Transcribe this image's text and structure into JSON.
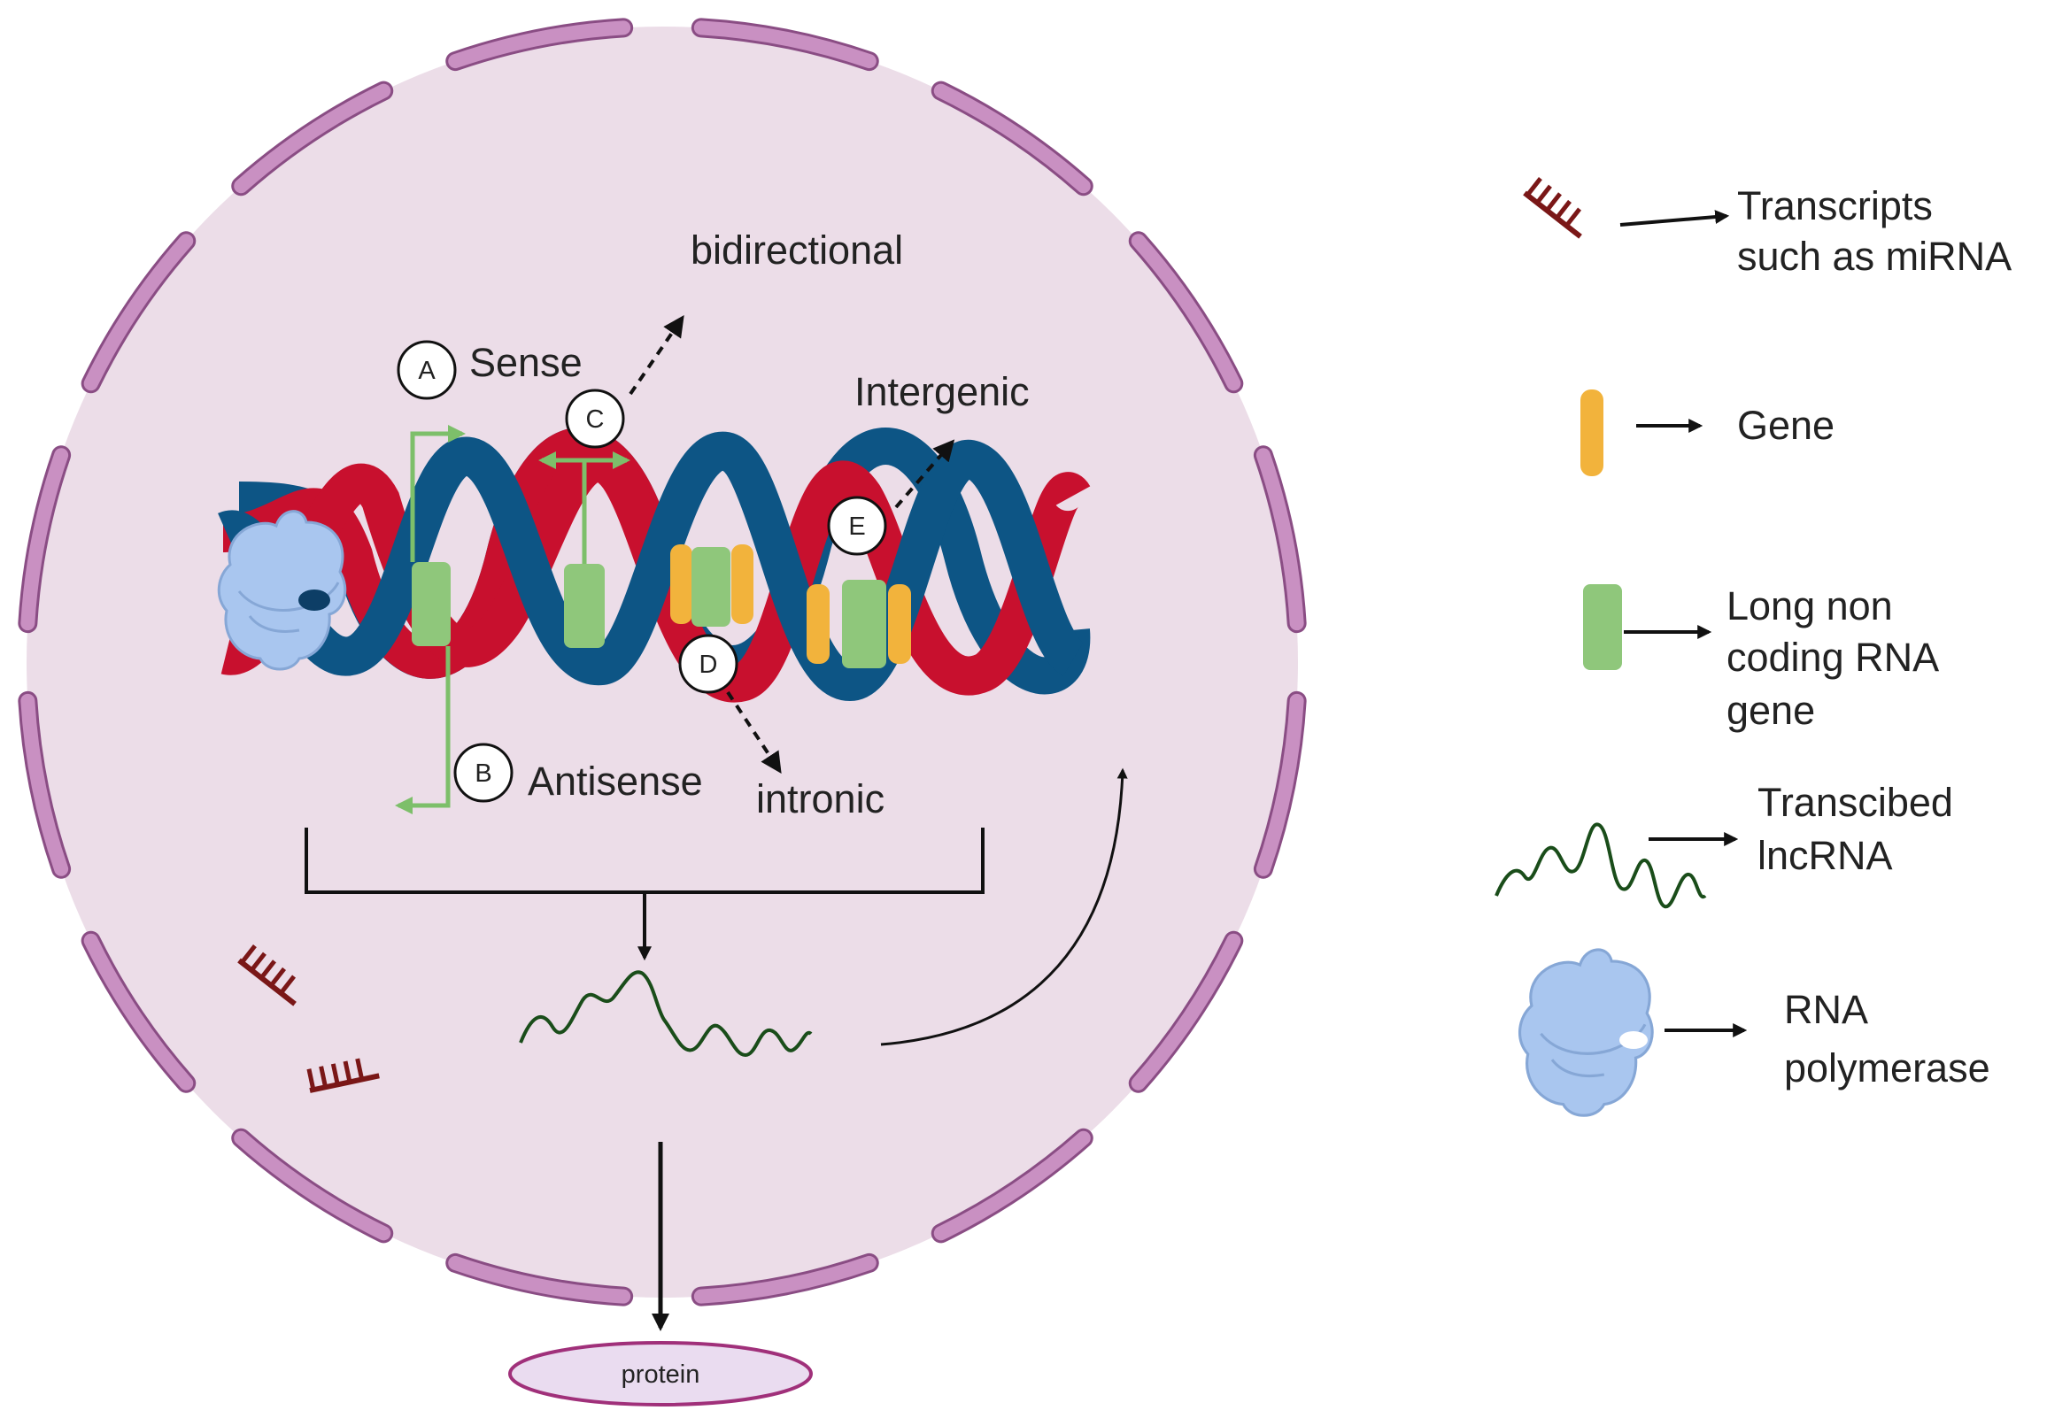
{
  "diagram": {
    "labels": {
      "sense": "Sense",
      "antisense": "Antisense",
      "bidirectional": "bidirectional",
      "intergenic": "Intergenic",
      "intronic": "intronic",
      "protein": "protein"
    },
    "markers": {
      "a": "A",
      "b": "B",
      "c": "C",
      "d": "D",
      "e": "E"
    }
  },
  "legend": [
    {
      "lines": [
        "Transcripts",
        "such as miRNA"
      ],
      "icon": "mirna-transcript-icon"
    },
    {
      "lines": [
        "Gene"
      ],
      "icon": "gene-icon"
    },
    {
      "lines": [
        "Long non",
        "coding RNA",
        "gene"
      ],
      "icon": "lncrna-gene-icon"
    },
    {
      "lines": [
        "Transcibed",
        "lncRNA"
      ],
      "icon": "transcribed-lncrna-icon"
    },
    {
      "lines": [
        "RNA",
        "polymerase"
      ],
      "icon": "rna-polymerase-icon"
    }
  ],
  "colors": {
    "nucleus_fill": "#ecdde8",
    "membrane": "#c990c2",
    "membrane_stroke": "#8a4d84",
    "strand_red": "#c8102e",
    "strand_blue": "#0d5585",
    "lncrna_gene": "#8fc77b",
    "gene": "#f2b33c",
    "mirna": "#7a1717",
    "lncrna_wave": "#1a4d1a",
    "polymerase": "#a9c6ef",
    "green_arrow": "#7dbf6a",
    "protein_fill": "#eadcf0",
    "protein_stroke": "#a0307a"
  }
}
